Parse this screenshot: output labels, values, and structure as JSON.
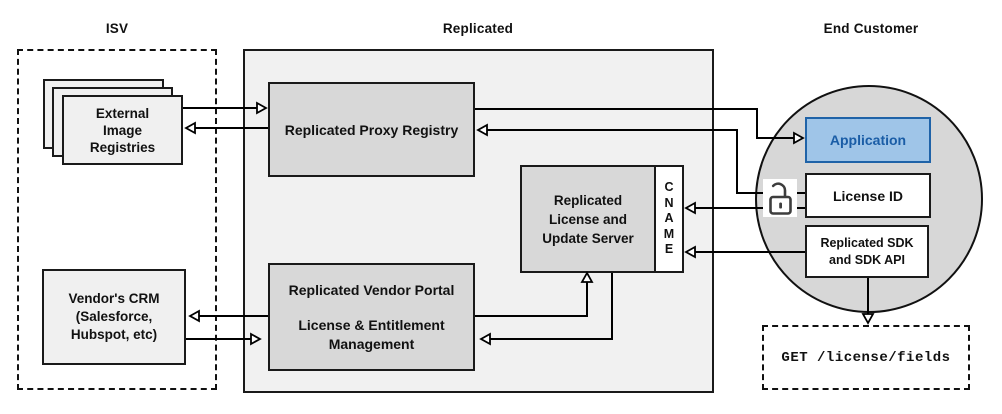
{
  "lanes": {
    "isv": {
      "title": "ISV"
    },
    "replicated": {
      "title": "Replicated"
    },
    "end_customer": {
      "title": "End Customer"
    }
  },
  "isv": {
    "registries": {
      "line1": "External",
      "line2": "Image",
      "line3": "Registries"
    },
    "crm": {
      "line1": "Vendor's CRM",
      "line2": "(Salesforce,",
      "line3": "Hubspot, etc)"
    }
  },
  "replicated": {
    "proxy_registry": {
      "label": "Replicated Proxy Registry"
    },
    "license_server": {
      "line1": "Replicated",
      "line2": "License and",
      "line3": "Update Server",
      "cname": [
        "C",
        "N",
        "A",
        "M",
        "E"
      ]
    },
    "vendor_portal": {
      "line1": "Replicated Vendor Portal",
      "line2": "License & Entitlement",
      "line3": "Management"
    }
  },
  "end_customer": {
    "application": {
      "label": "Application"
    },
    "license_id": {
      "label": "License ID"
    },
    "sdk": {
      "line1": "Replicated SDK",
      "line2": "and SDK API"
    },
    "api_call": {
      "label": "GET /license/fields"
    }
  },
  "icons": {
    "padlock": "unlocked-padlock-icon"
  },
  "colors": {
    "application_fill": "#9fc5e8",
    "application_border": "#1f63a8",
    "application_text": "#1a5da6",
    "node_fill": "#d8d8d8",
    "light_node_fill": "#f0f0f0",
    "container_fill": "#f1f1f1",
    "circle_fill": "#d7d7d7",
    "line": "#000000"
  }
}
